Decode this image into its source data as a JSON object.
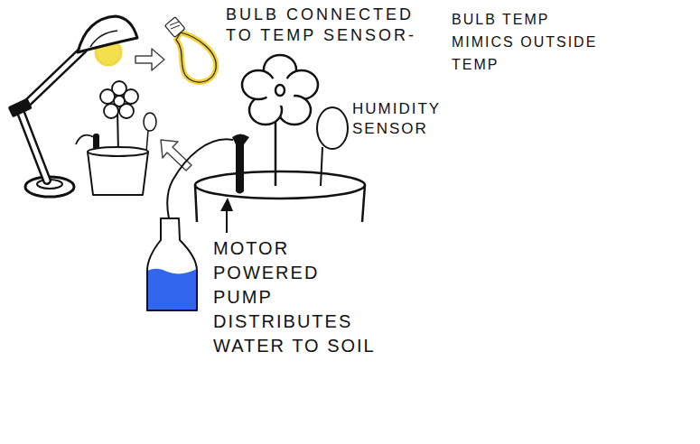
{
  "diagram": {
    "labels": [
      "BULB CONNECTED TO TEMP SENSOR-",
      "BULB TEMP MIMICS OUTSIDE TEMP",
      "HUMIDITY SENSOR",
      "MOTOR POWERED PUMP DISTRIBUTES WATER TO SOIL"
    ]
  }
}
